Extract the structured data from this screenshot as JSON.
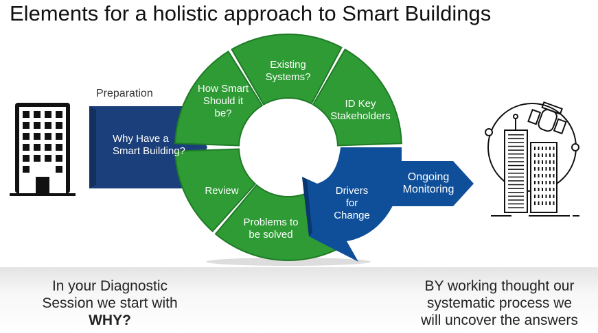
{
  "title": "Elements for a holistic approach to Smart Buildings",
  "preparation_label": "Preparation",
  "left_arrow": "Why Have a Smart Building?",
  "segments": {
    "how_smart": "How Smart Should it be?",
    "existing": "Existing Systems?",
    "id_key": "ID Key Stakeholders",
    "drivers": "Drivers for Change",
    "problems": "Problems to be solved",
    "review": "Review"
  },
  "right_arrow": "Ongoing Monitoring",
  "bottom_left": {
    "line1": "In your Diagnostic",
    "line2": "Session we start with",
    "bold": "WHY?"
  },
  "bottom_right": {
    "line1": "BY working thought our",
    "line2": "systematic process we",
    "line3": "will uncover the answers"
  },
  "colors": {
    "green": "#2e9b34",
    "blue": "#0f4f9a",
    "navy": "#1b3f7a"
  }
}
